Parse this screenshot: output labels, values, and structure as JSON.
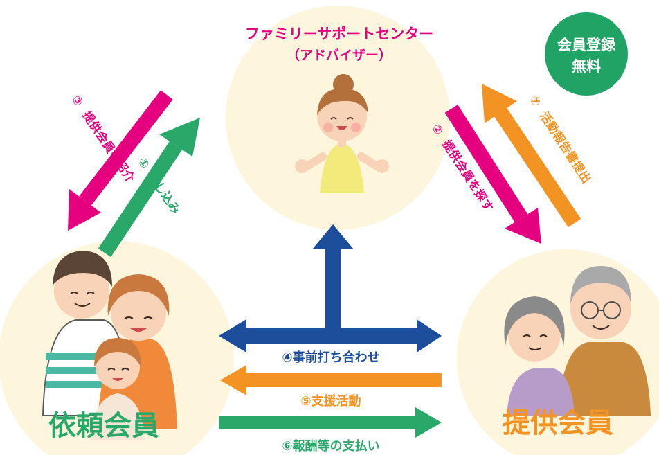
{
  "center": {
    "title": "ファミリーサポートセンター",
    "subtitle": "（アドバイザー）"
  },
  "badge": {
    "line1": "会員登録",
    "line2": "無料"
  },
  "requester_label": "依頼会員",
  "provider_label": "提供会員",
  "steps": {
    "s1": {
      "num": "①",
      "text": "申し込み"
    },
    "s2": {
      "num": "②",
      "text": "提供会員を探す"
    },
    "s3": {
      "num": "③",
      "text": "提供会員を紹介"
    },
    "s4": {
      "text": "④事前打ち合わせ"
    },
    "s5": {
      "text": "⑤支援活動"
    },
    "s6": {
      "text": "⑥報酬等の支払い"
    },
    "s7": {
      "num": "⑦",
      "text": "活動報告書提出"
    }
  },
  "colors": {
    "magenta": "#e5007f",
    "green": "#2aa86a",
    "orange": "#f39323",
    "navy": "#1d4e9c",
    "circle_fill": "#fdf6dc",
    "badge": "#21a366"
  }
}
